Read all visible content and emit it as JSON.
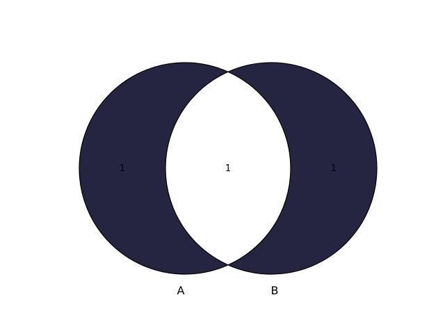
{
  "diagram": {
    "type": "venn2",
    "colors": {
      "fill": "#252541",
      "stroke": "#000000",
      "intersection_fill": "#ffffff",
      "background": "#ffffff"
    },
    "sets": [
      {
        "label": "A"
      },
      {
        "label": "B"
      }
    ],
    "regions": {
      "a_only": "1",
      "intersection": "1",
      "b_only": "1"
    }
  }
}
